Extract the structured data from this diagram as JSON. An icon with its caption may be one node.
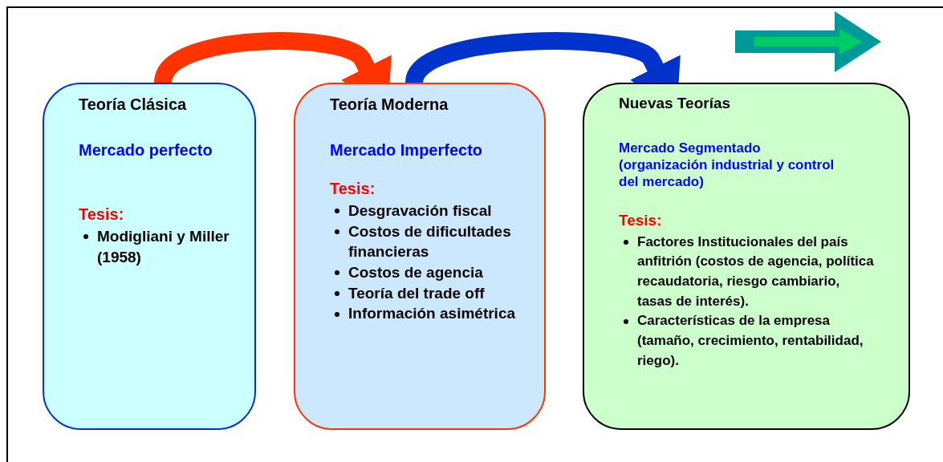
{
  "diagram": {
    "nodes": [
      {
        "text": [
          "Teoría Clásica",
          "Mercado perfecto",
          "Tesis:",
          "Modigliani y Miller (1958)"
        ]
      },
      {
        "text": [
          "Teoría Moderna",
          "Mercado Imperfecto",
          "Tesis:",
          "Desgravación fiscal",
          "Costos de dificultades financieras",
          "Costos de agencia",
          "Teoría del trade off",
          "Información asimétrica"
        ]
      },
      {
        "text": [
          "Nuevas Teorías",
          "Mercado Segmentado (organización industrial y control del mercado)",
          "Tesis:",
          "Factores Institucionales del país anfitrión (costos de agencia, política recaudatoria, riesgo cambiario, tasas de interés).",
          "Características de la empresa (tamaño, crecimiento, rentabilidad, riego)."
        ]
      }
    ],
    "edges": [
      {
        "from": 0,
        "to": 1,
        "arrow": "to",
        "color": "#ff3300"
      },
      {
        "from": 1,
        "to": 2,
        "arrow": "to",
        "color": "#0033cc"
      }
    ]
  }
}
